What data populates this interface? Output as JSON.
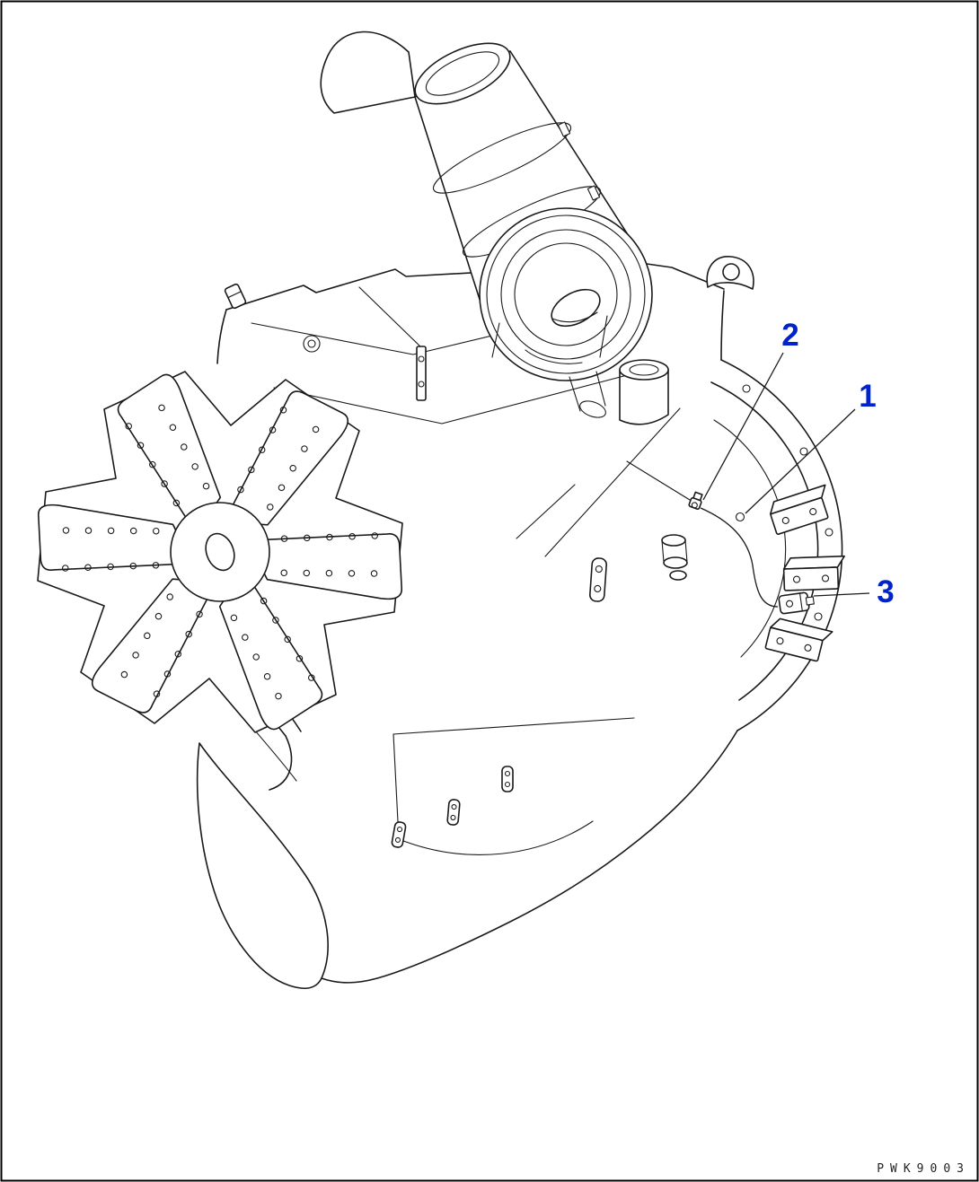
{
  "page": {
    "background": "#ffffff",
    "line_color": "#1a1a1a",
    "accent_color": "#0023cc",
    "code": "PWK9003"
  },
  "callouts": [
    {
      "label": "2"
    },
    {
      "label": "1"
    },
    {
      "label": "3"
    }
  ]
}
